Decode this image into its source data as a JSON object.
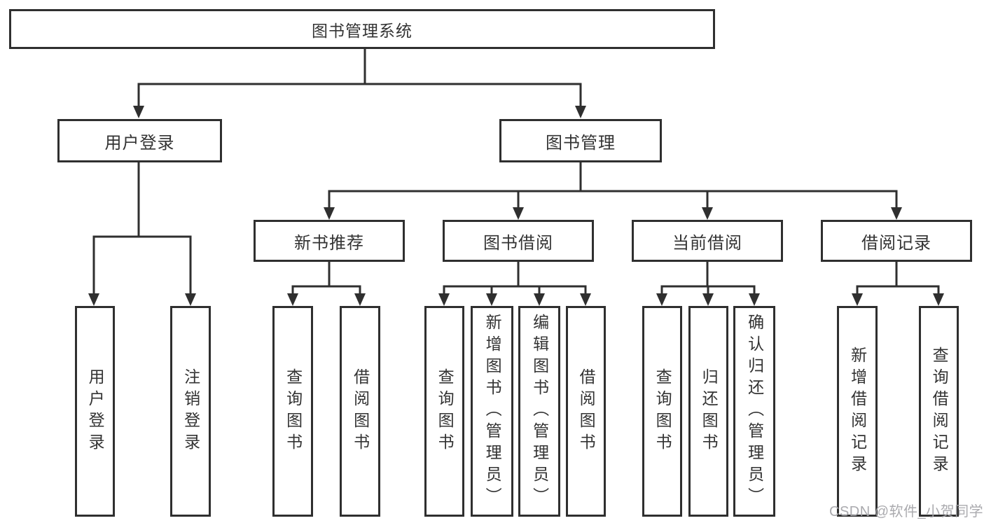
{
  "watermark": "CSDN @软件_小贺同学",
  "colors": {
    "line": "#2f2f2f",
    "box_border": "#2f2f2f",
    "box_fill": "#ffffff",
    "text": "#333333",
    "watermark_text": "#a5a5aa",
    "background": "#ffffff"
  },
  "tree": {
    "label": "图书管理系统",
    "children": [
      {
        "label": "用户登录",
        "children": [
          {
            "label": "用户登录"
          },
          {
            "label": "注销登录"
          }
        ]
      },
      {
        "label": "图书管理",
        "children": [
          {
            "label": "新书推荐",
            "children": [
              {
                "label": "查询图书"
              },
              {
                "label": "借阅图书"
              }
            ]
          },
          {
            "label": "图书借阅",
            "children": [
              {
                "label": "查询图书"
              },
              {
                "label": "新增图书（管理员）"
              },
              {
                "label": "编辑图书（管理员）"
              },
              {
                "label": "借阅图书"
              }
            ]
          },
          {
            "label": "当前借阅",
            "children": [
              {
                "label": "查询图书"
              },
              {
                "label": "归还图书"
              },
              {
                "label": "确认归还（管理员）"
              }
            ]
          },
          {
            "label": "借阅记录",
            "children": [
              {
                "label": "新增借阅记录"
              },
              {
                "label": "查询借阅记录"
              }
            ]
          }
        ]
      }
    ]
  }
}
